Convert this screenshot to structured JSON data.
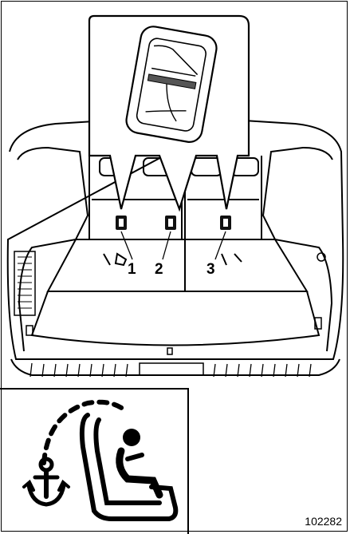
{
  "callouts": {
    "one": "1",
    "two": "2",
    "three": "3"
  },
  "figure_id": "102282",
  "icon": {
    "name": "child-seat-tether-anchor-icon"
  },
  "colors": {
    "line": "#000000",
    "background": "#ffffff"
  }
}
